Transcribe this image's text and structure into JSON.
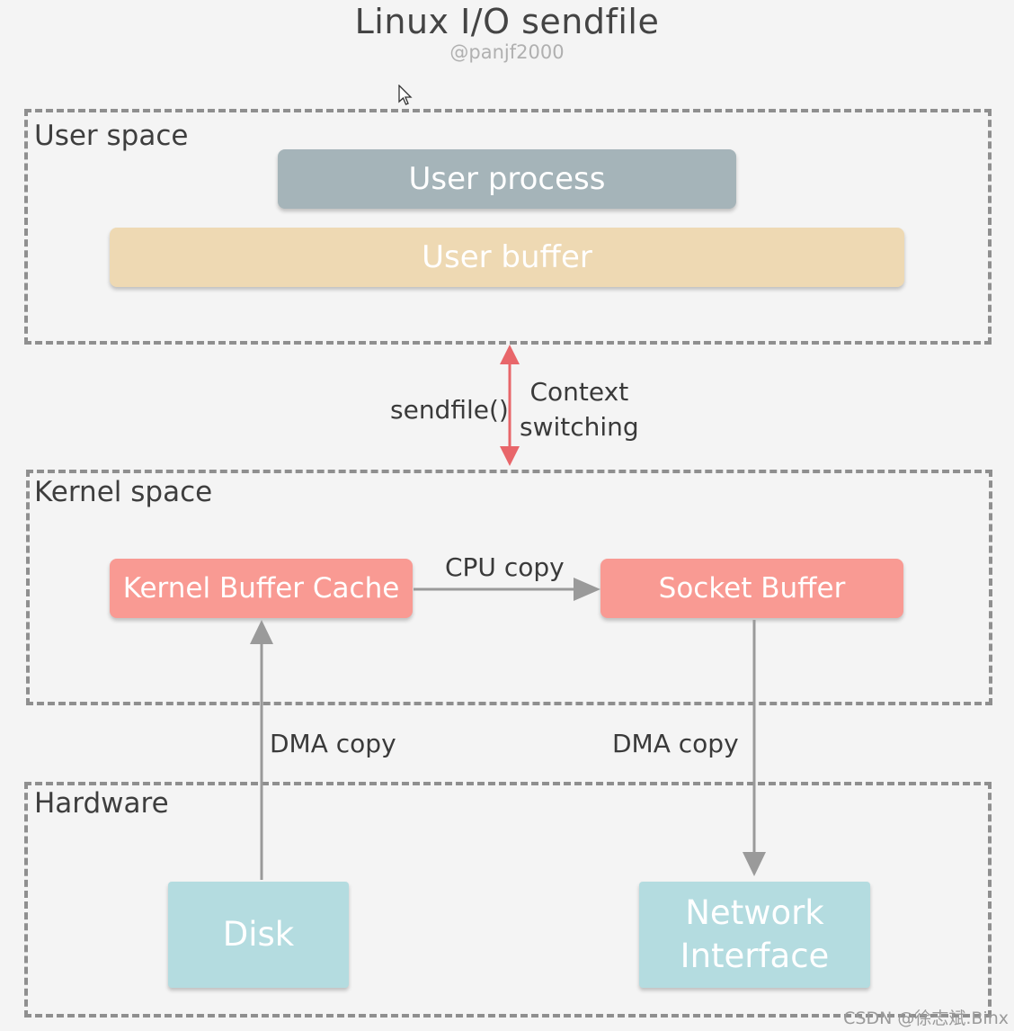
{
  "title": "Linux I/O sendfile",
  "subtitle": "@panjf2000",
  "regions": {
    "user": {
      "label": "User space"
    },
    "kernel": {
      "label": "Kernel space"
    },
    "hardware": {
      "label": "Hardware"
    }
  },
  "nodes": {
    "user_process": "User process",
    "user_buffer": "User buffer",
    "kernel_buffer_cache": "Kernel Buffer Cache",
    "socket_buffer": "Socket Buffer",
    "disk": "Disk",
    "network_line1": "Network",
    "network_line2": "Interface"
  },
  "edges": {
    "syscall": "sendfile()",
    "context_line1": "Context",
    "context_line2": "switching",
    "cpu_copy": "CPU copy",
    "dma_copy_left": "DMA copy",
    "dma_copy_right": "DMA copy"
  },
  "colors": {
    "user_process": "#a5b4b9",
    "user_buffer": "#eed9b3",
    "kernel_node": "#f99a93",
    "hardware_node": "#b4dce0",
    "arrow_gray": "#9a9a9a",
    "arrow_red": "#e8666a"
  },
  "watermark": "CSDN @徐志斌.Binx"
}
